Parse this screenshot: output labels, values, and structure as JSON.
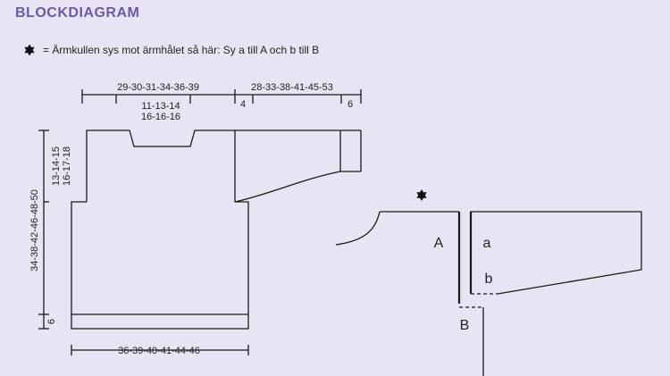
{
  "title": "BLOCKDIAGRAM",
  "legend": {
    "symbol": "star-icon",
    "text": "= Ärmkullen sys mot ärmhålet så här: Sy a till A och b till B"
  },
  "measurements": {
    "top_body_width": "29-30-31-34-36-39",
    "neck_width_1": "11-13-14",
    "neck_width_2": "16-16-16",
    "sleeve_length": "28-33-38-41-45-53",
    "shoulder_gap": "4",
    "cuff_width": "6",
    "armhole_depth_1": "13-14-15",
    "armhole_depth_2": "16-17-18",
    "total_length": "34-38-42-46-48-50",
    "rib_height": "6",
    "bottom_width": "36-39-40-41-44-46"
  },
  "labels": {
    "A": "A",
    "a": "a",
    "b": "b",
    "B": "B"
  },
  "colors": {
    "background": "#e8e4f3",
    "title": "#6a5aa8",
    "line": "#1a1a1a"
  }
}
